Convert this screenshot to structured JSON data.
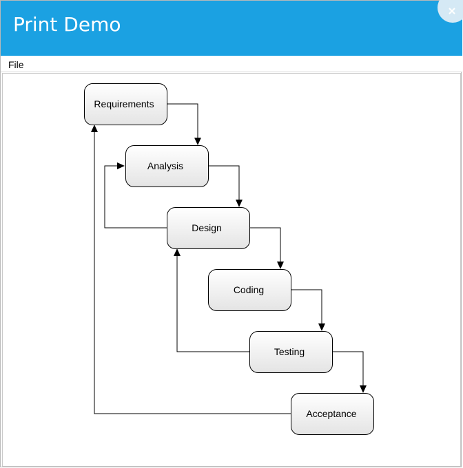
{
  "window": {
    "title": "Print Demo",
    "close_glyph": "×"
  },
  "menu": {
    "items": [
      "File"
    ]
  },
  "diagram": {
    "nodes": [
      {
        "id": "requirements",
        "label": "Requirements"
      },
      {
        "id": "analysis",
        "label": "Analysis"
      },
      {
        "id": "design",
        "label": "Design"
      },
      {
        "id": "coding",
        "label": "Coding"
      },
      {
        "id": "testing",
        "label": "Testing"
      },
      {
        "id": "acceptance",
        "label": "Acceptance"
      }
    ],
    "edges": [
      {
        "from": "requirements",
        "to": "analysis"
      },
      {
        "from": "analysis",
        "to": "design"
      },
      {
        "from": "design",
        "to": "coding"
      },
      {
        "from": "coding",
        "to": "testing"
      },
      {
        "from": "testing",
        "to": "acceptance"
      },
      {
        "from": "design",
        "to": "analysis"
      },
      {
        "from": "testing",
        "to": "design"
      },
      {
        "from": "acceptance",
        "to": "requirements"
      }
    ]
  }
}
